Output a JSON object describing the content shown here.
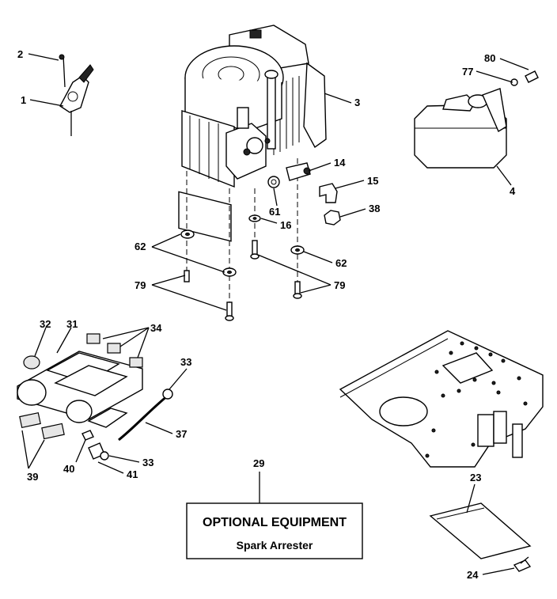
{
  "callouts": {
    "c1": "1",
    "c2": "2",
    "c3": "3",
    "c4": "4",
    "c14": "14",
    "c15": "15",
    "c16": "16",
    "c23": "23",
    "c24": "24",
    "c29": "29",
    "c31": "31",
    "c32": "32",
    "c33a": "33",
    "c33b": "33",
    "c34": "34",
    "c37": "37",
    "c38": "38",
    "c39": "39",
    "c40": "40",
    "c41": "41",
    "c61": "61",
    "c62a": "62",
    "c62b": "62",
    "c77": "77",
    "c79a": "79",
    "c79b": "79",
    "c80": "80"
  },
  "optional_box": {
    "title": "OPTIONAL EQUIPMENT",
    "subtitle": "Spark Arrester"
  }
}
